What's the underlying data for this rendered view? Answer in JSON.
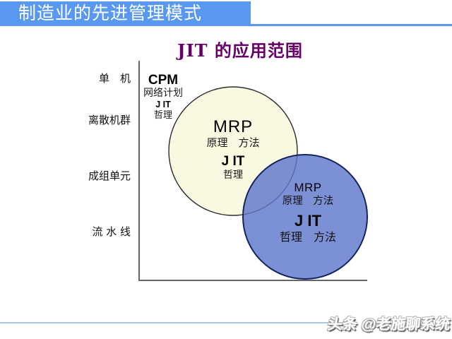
{
  "header": {
    "title": "制造业的先进管理模式",
    "bar_color": "#5898f0"
  },
  "slide_title": "JIT 的应用范围",
  "diagram": {
    "y_axis_labels": [
      "单　机",
      "离散机群",
      "成组单元",
      "流 水 线"
    ],
    "axis_color": "#666666",
    "cpm_block": {
      "line1": "CPM",
      "line2": "网络计划",
      "line3": "J IT",
      "line4": "哲理"
    },
    "cream_circle": {
      "fill": "#f9f8e0",
      "line1": "MRP",
      "line2": "原理　方法",
      "line3": "J IT",
      "line4": "哲理"
    },
    "blue_circle": {
      "fill": "#5f78cc",
      "line1": "MRP",
      "line2": "原理　方法",
      "line3": "J IT",
      "line4": "哲理　方法"
    }
  },
  "watermark": {
    "text": "头条 @老施聊系统"
  }
}
